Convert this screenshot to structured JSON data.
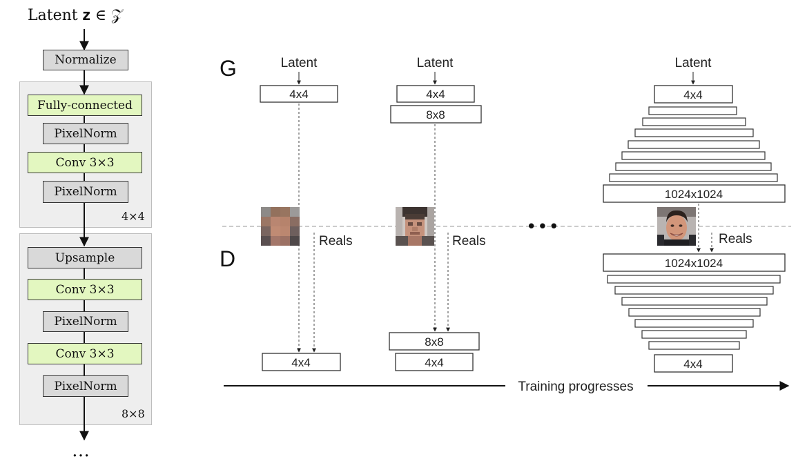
{
  "left_arch": {
    "header": "Latent  𝐳 ∈ 𝒵",
    "normalize": "Normalize",
    "block4": {
      "layers": [
        "Fully-connected",
        "PixelNorm",
        "Conv 3×3",
        "PixelNorm"
      ],
      "res_label": "4×4"
    },
    "block8": {
      "layers": [
        "Upsample",
        "Conv 3×3",
        "PixelNorm",
        "Conv 3×3",
        "PixelNorm"
      ],
      "res_label": "8×8"
    },
    "ellipsis": "…"
  },
  "progression": {
    "g_label": "G",
    "d_label": "D",
    "latent_label": "Latent",
    "reals_label": "Reals",
    "ellipsis": "• • •",
    "stage1": {
      "g_layers": [
        "4x4"
      ],
      "d_layers": [
        "4x4"
      ]
    },
    "stage2": {
      "g_layers": [
        "4x4",
        "8x8"
      ],
      "d_layers": [
        "8x8",
        "4x4"
      ]
    },
    "stage3": {
      "g_top": "4x4",
      "g_bottom": "1024x1024",
      "d_top": "1024x1024",
      "d_bottom": "4x4"
    },
    "axis_label": "Training progresses"
  },
  "colors": {
    "gray_block": "#d9d9d9",
    "green_block": "#e3f7c0",
    "group_bg": "#eeeeee"
  }
}
